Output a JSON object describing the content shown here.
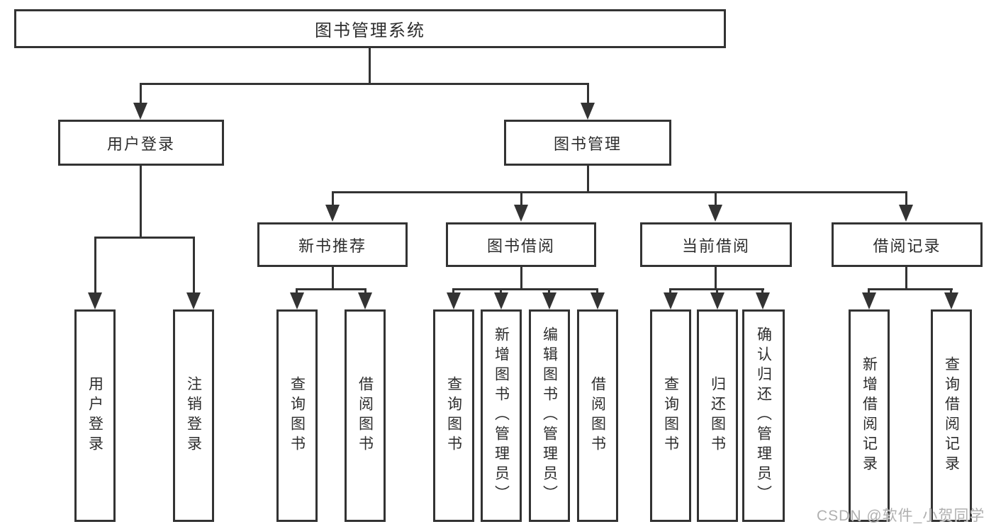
{
  "diagram": {
    "root": {
      "label": "图书管理系统"
    },
    "branches": [
      {
        "label": "用户登录",
        "children": [
          {
            "label": "用户登录"
          },
          {
            "label": "注销登录"
          }
        ]
      },
      {
        "label": "图书管理",
        "children": [
          {
            "label": "新书推荐",
            "children": [
              {
                "label": "查询图书"
              },
              {
                "label": "借阅图书"
              }
            ]
          },
          {
            "label": "图书借阅",
            "children": [
              {
                "label": "查询图书"
              },
              {
                "label": "新增图书（管理员）"
              },
              {
                "label": "编辑图书（管理员）"
              },
              {
                "label": "借阅图书"
              }
            ]
          },
          {
            "label": "当前借阅",
            "children": [
              {
                "label": "查询图书"
              },
              {
                "label": "归还图书"
              },
              {
                "label": "确认归还（管理员）"
              }
            ]
          },
          {
            "label": "借阅记录",
            "children": [
              {
                "label": "新增借阅记录"
              },
              {
                "label": "查询借阅记录"
              }
            ]
          }
        ]
      }
    ]
  },
  "watermark": "CSDN @软件_小贺同学",
  "colors": {
    "line": "#333333",
    "text": "#2d2d2d",
    "background": "#ffffff",
    "watermark": "#b0b0b0"
  }
}
